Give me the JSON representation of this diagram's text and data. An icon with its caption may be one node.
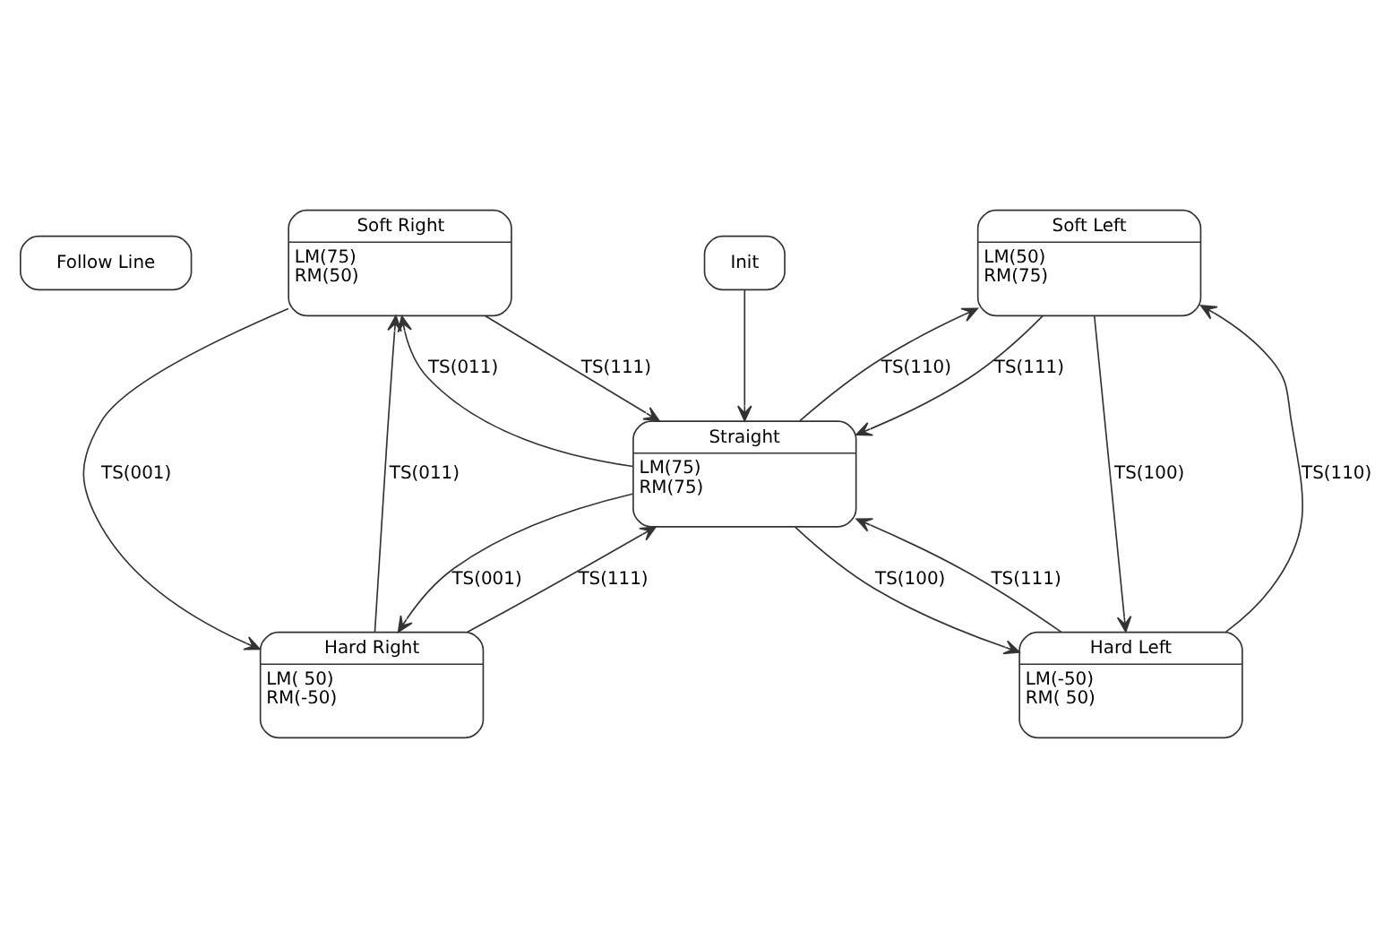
{
  "diagram": {
    "nodes": [
      {
        "text": [
          "Follow Line"
        ]
      },
      {
        "text": [
          "Soft Right",
          "LM(75)",
          "RM(50)"
        ]
      },
      {
        "text": [
          "Init"
        ]
      },
      {
        "text": [
          "Soft Left",
          "LM(50)",
          "RM(75)"
        ]
      },
      {
        "text": [
          "Straight",
          "LM(75)",
          "RM(75)"
        ]
      },
      {
        "text": [
          "Hard Right",
          "LM( 50)",
          "RM(-50)"
        ]
      },
      {
        "text": [
          "Hard Left",
          "LM(-50)",
          "RM( 50)"
        ]
      }
    ],
    "edges": [
      {
        "from": 4,
        "to": 1,
        "arrow": "to",
        "label": "TS(011)"
      },
      {
        "from": 1,
        "to": 4,
        "arrow": "to",
        "label": "TS(111)"
      },
      {
        "from": 2,
        "to": 4,
        "arrow": "to"
      },
      {
        "from": 4,
        "to": 3,
        "arrow": "to",
        "label": "TS(110)"
      },
      {
        "from": 3,
        "to": 4,
        "arrow": "to",
        "label": "TS(111)"
      },
      {
        "from": 1,
        "to": 5,
        "arrow": "to",
        "label": "TS(001)"
      },
      {
        "from": 5,
        "to": 1,
        "arrow": "to",
        "label": "TS(011)"
      },
      {
        "from": 5,
        "to": 4,
        "arrow": "to",
        "label": "TS(111)"
      },
      {
        "from": 4,
        "to": 5,
        "arrow": "to",
        "label": "TS(001)"
      },
      {
        "from": 4,
        "to": 6,
        "arrow": "to",
        "label": "TS(100)"
      },
      {
        "from": 6,
        "to": 4,
        "arrow": "to",
        "label": "TS(111)"
      },
      {
        "from": 6,
        "to": 3,
        "arrow": "to",
        "label": "TS(110)"
      },
      {
        "from": 3,
        "to": 6,
        "arrow": "to",
        "label": "TS(100)"
      }
    ]
  }
}
